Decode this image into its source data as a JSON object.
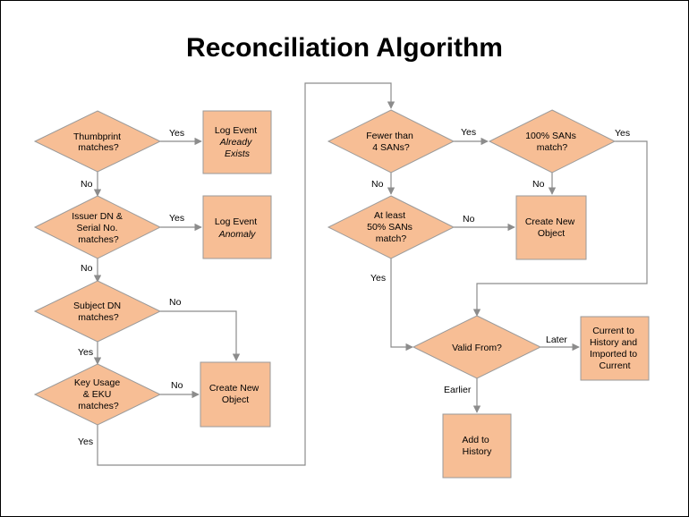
{
  "title": "Reconciliation Algorithm",
  "colors": {
    "shape_fill": "#F7BE95",
    "shape_border": "#9A9A9A",
    "connector": "#8C8C8C"
  },
  "nodes": {
    "thumbprint": [
      "Thumbprint",
      "matches?"
    ],
    "issuer": [
      "Issuer DN &",
      "Serial No.",
      "matches?"
    ],
    "subject": [
      "Subject DN",
      "matches?"
    ],
    "keyusage": [
      "Key Usage",
      "& EKU",
      "matches?"
    ],
    "log_exists": [
      "Log Event",
      "Already",
      "Exists"
    ],
    "log_anomaly": [
      "Log Event",
      "Anomaly"
    ],
    "create_left": [
      "Create New",
      "Object"
    ],
    "fewer": [
      "Fewer than",
      "4 SANs?"
    ],
    "hundred": [
      "100% SANs",
      "match?"
    ],
    "atleast": [
      "At least",
      "50% SANs",
      "match?"
    ],
    "create_right": [
      "Create New",
      "Object"
    ],
    "validfrom": [
      "Valid From?"
    ],
    "current": [
      "Current to",
      "History and",
      "Imported to",
      "Current"
    ],
    "addhistory": [
      "Add to",
      "History"
    ]
  },
  "edge_labels": {
    "thumb_yes": "Yes",
    "thumb_no": "No",
    "issuer_yes": "Yes",
    "issuer_no": "No",
    "subject_no": "No",
    "subject_yes": "Yes",
    "key_no": "No",
    "key_yes": "Yes",
    "fewer_yes": "Yes",
    "fewer_no": "No",
    "hundred_yes": "Yes",
    "hundred_no": "No",
    "atleast_no": "No",
    "atleast_yes": "Yes",
    "valid_later": "Later",
    "valid_earlier": "Earlier"
  }
}
